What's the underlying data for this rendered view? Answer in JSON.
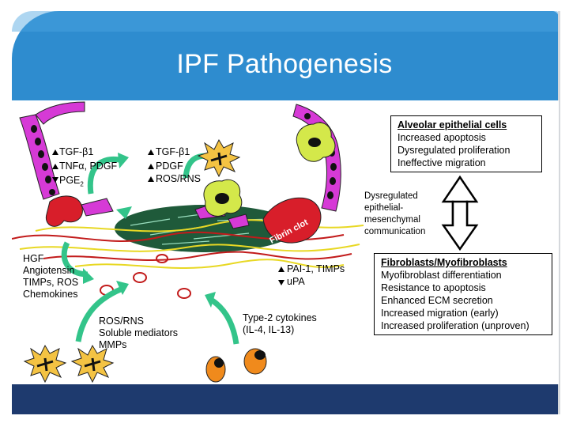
{
  "slide": {
    "title": "IPF Pathogenesis",
    "colors": {
      "header": "#2e8ccf",
      "footer": "#1e3a6e",
      "epithelium": "#d63ad6",
      "fibrin": "#d81e2a",
      "arrow": "#33c48a"
    }
  },
  "diagram": {
    "left_factors": {
      "tgf": "TGF-β1",
      "tnf_pdgf": "TNFα, PDGF",
      "pge2": "PGE",
      "pge2_sub": "2"
    },
    "center_factors": {
      "tgf": "TGF-β1",
      "pdgf": "PDGF",
      "ros": "ROS/RNS"
    },
    "fibrin_clot_label": "Fibrin clot",
    "left_mediators": [
      "HGF",
      "Angiotensin",
      "TIMPs, ROS",
      "Chemokines"
    ],
    "pai_group": {
      "pai": "PAI-1, TIMPs",
      "upa": "uPA"
    },
    "bottom_left_mediators": [
      "ROS/RNS",
      "Soluble mediators",
      "MMPs"
    ],
    "cytokines": [
      "Type-2 cytokines",
      "(IL-4, IL-13)"
    ],
    "epithelial_box": {
      "title": "Alveolar epithelial cells",
      "lines": [
        "Increased apoptosis",
        "Dysregulated proliferation",
        "Ineffective migration"
      ]
    },
    "communication_label": [
      "Dysregulated",
      "epithelial-",
      "mesenchymal",
      "communication"
    ],
    "fibroblast_box": {
      "title": "Fibroblasts/Myofibroblasts",
      "lines": [
        "Myofibroblast differentiation",
        "Resistance to apoptosis",
        "Enhanced ECM secretion",
        "Increased migration (early)",
        "Increased proliferation (unproven)"
      ]
    }
  }
}
